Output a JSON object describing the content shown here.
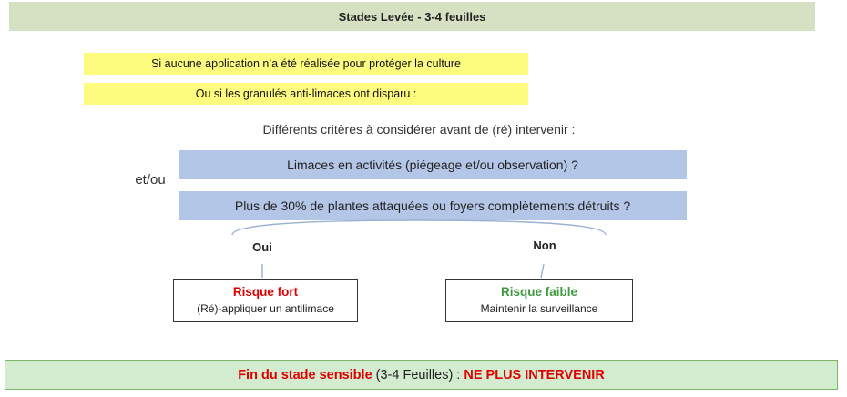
{
  "title": "Stades Levée - 3-4 feuilles",
  "conditions": [
    "Si aucune application n’a été réalisée pour protéger la culture",
    "Ou si les granulés anti-limaces ont disparu :"
  ],
  "criteria_intro": "Différents critères à considérer avant de (ré) intervenir :",
  "criteria_connector": "et/ou",
  "criteria": [
    "Limaces en activités (piégeage et/ou observation) ?",
    "Plus de 30% de plantes attaquées ou foyers complètements détruits ?"
  ],
  "answers": {
    "yes": {
      "label": "Oui",
      "result_title": "Risque fort",
      "result_action": "(Ré)-appliquer un antilimace",
      "result_color": "#e00000"
    },
    "no": {
      "label": "Non",
      "result_title": "Risque faible",
      "result_action": "Maintenir la surveillance",
      "result_color": "#3f9a3f"
    }
  },
  "conclusion": {
    "part1": "Fin du stade sensible",
    "part2": " (3-4 Feuilles) : ",
    "part3": "NE PLUS INTERVENIR"
  },
  "colors": {
    "title_bg": "#d6e1c3",
    "condition_bg": "#fefc7f",
    "criterion_bg": "#b4c6e7",
    "conclusion_bg": "#d3ecd0",
    "conclusion_border": "#7cb46a",
    "alert_red": "#e00000"
  }
}
